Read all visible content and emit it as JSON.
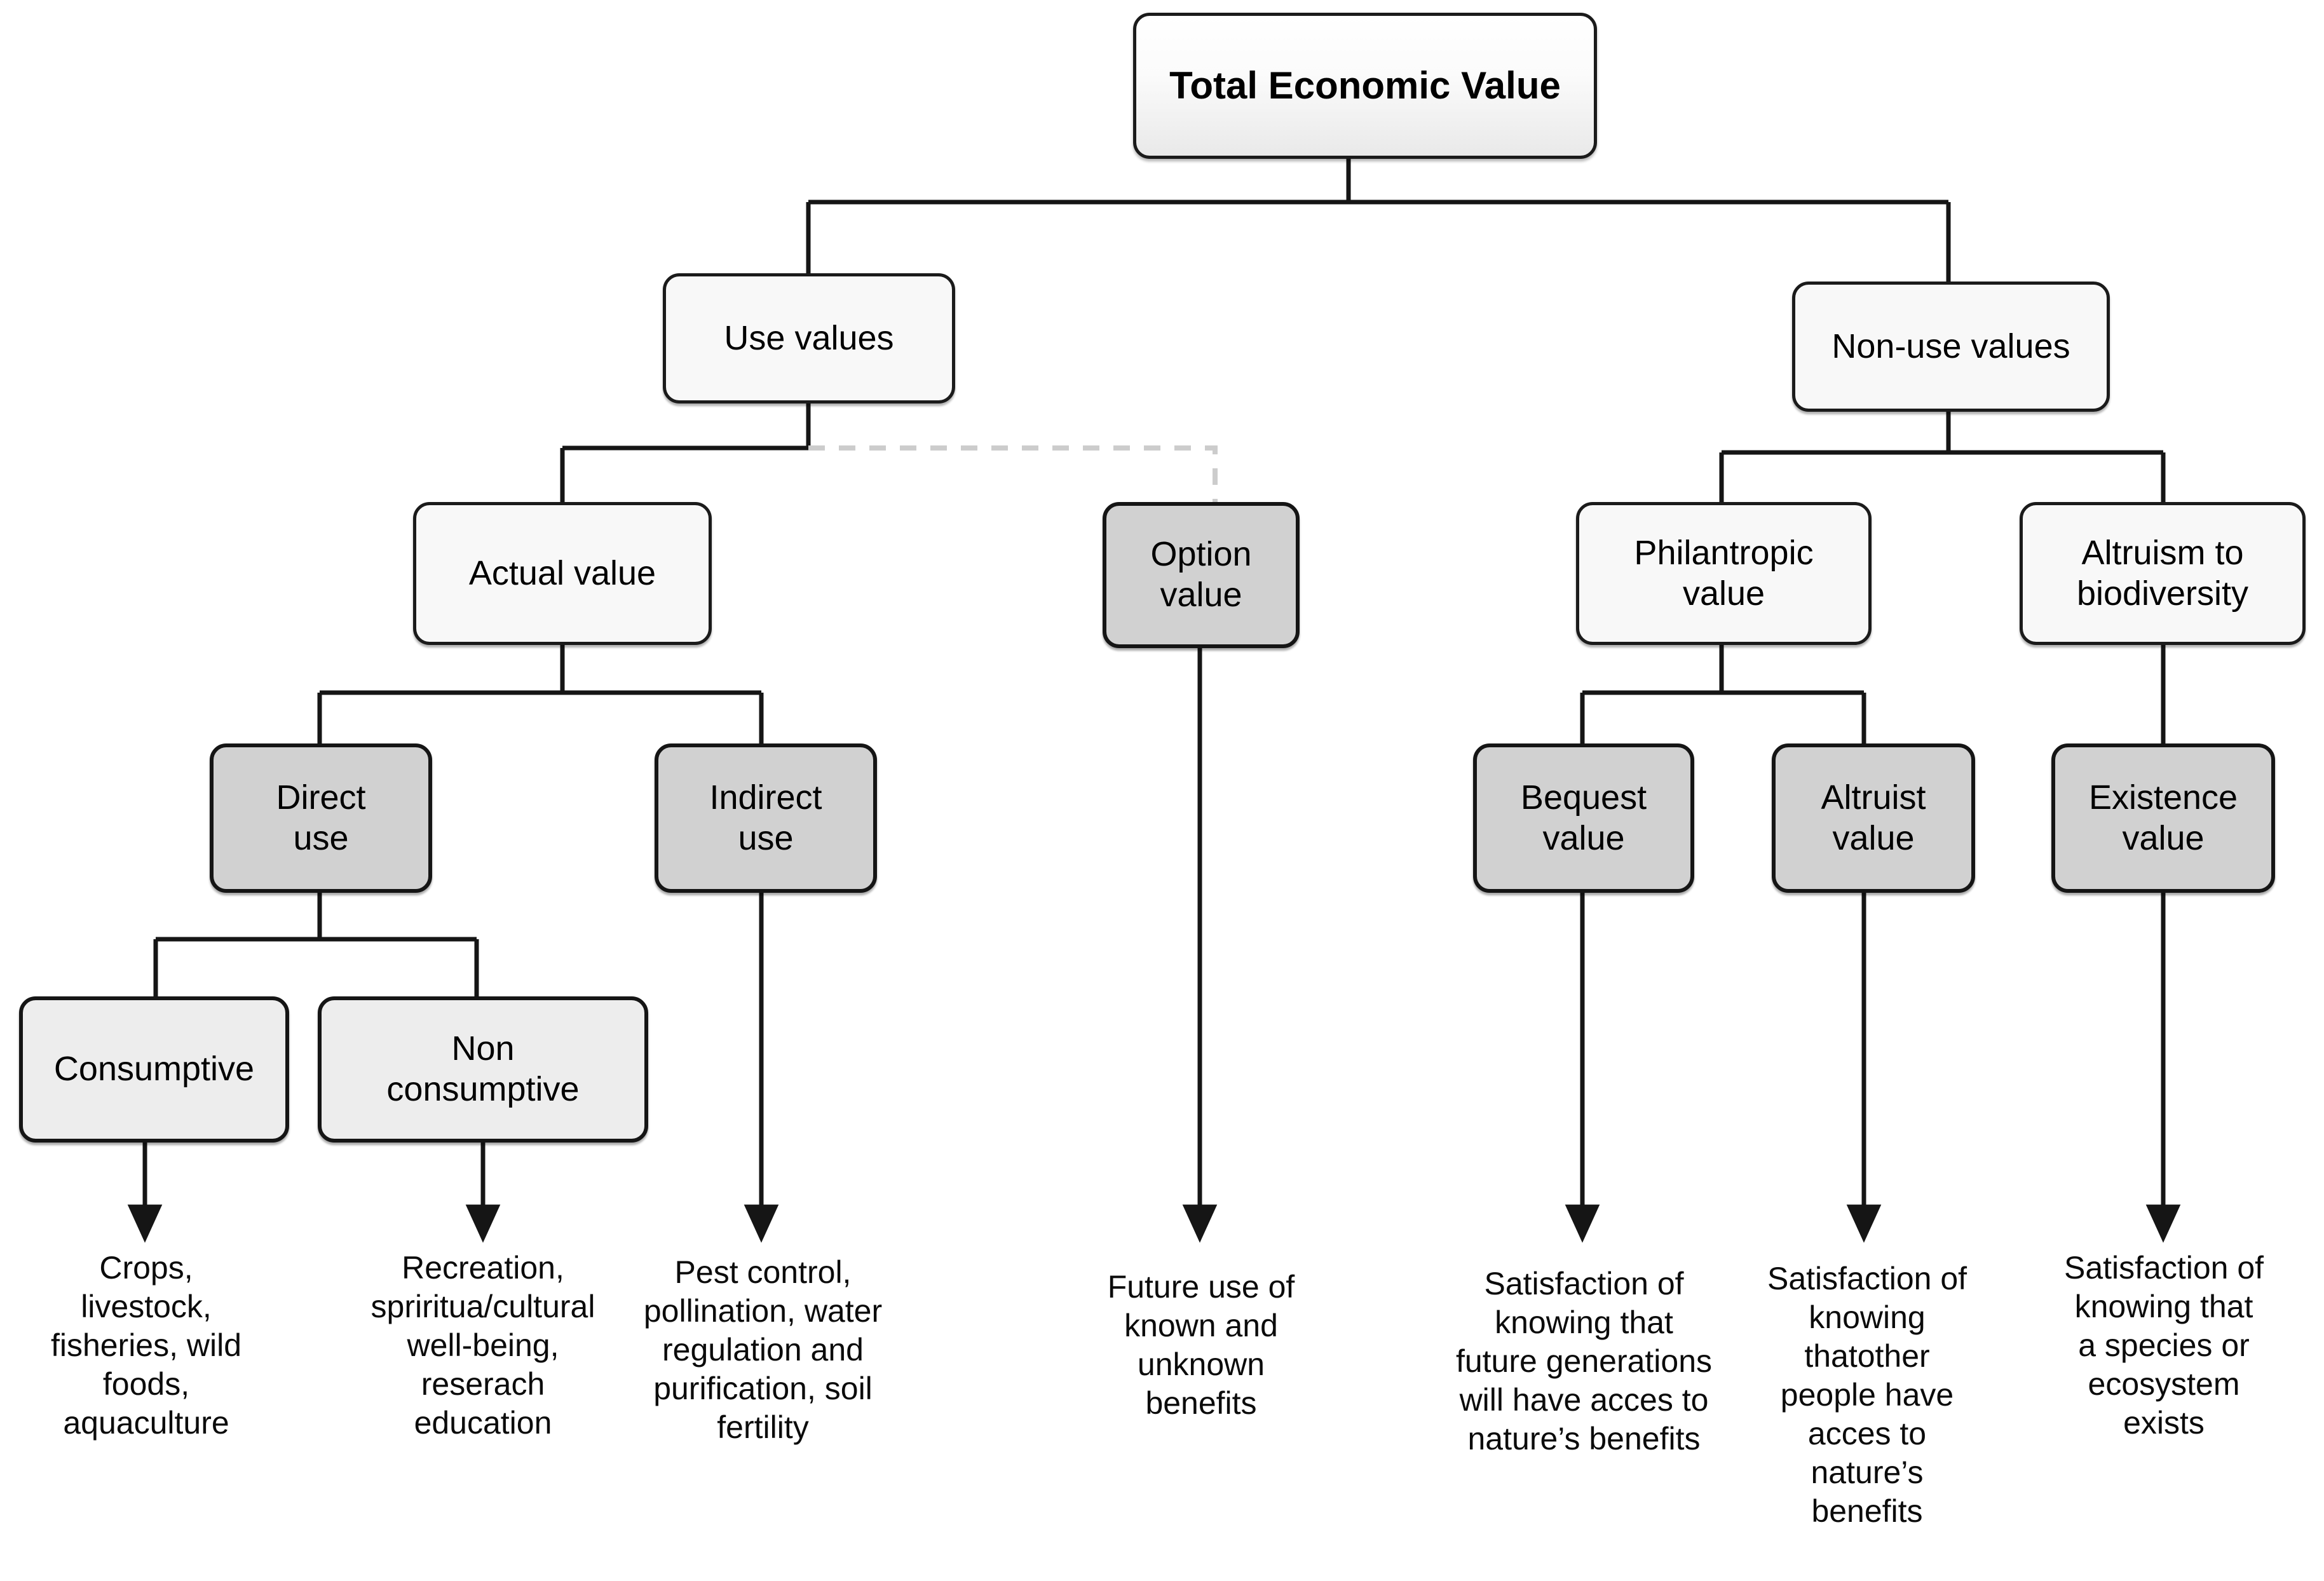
{
  "diagram": {
    "title": "Total Economic Value",
    "type": "hierarchy-tree",
    "background_color": "#ffffff",
    "edge_color": "#151515",
    "dashed_edge_color": "#cccccc",
    "palette": {
      "root_fill_top": "#ffffff",
      "root_fill_bottom": "#e9e9e9",
      "plain_fill": "#f8f8f8",
      "gray_fill": "#d1d1d1",
      "light_gray_fill": "#ededed",
      "border": "#151515",
      "text": "#000000"
    }
  },
  "nodes": {
    "root": {
      "label": "Total Economic Value",
      "style": "root"
    },
    "use_values": {
      "label": "Use values",
      "style": "plain"
    },
    "non_use_values": {
      "label": "Non-use values",
      "style": "plain"
    },
    "actual_value": {
      "label": "Actual value",
      "style": "plain"
    },
    "option_value": {
      "label": "Option\nvalue",
      "style": "gray"
    },
    "philantropic_value": {
      "label": "Philantropic\nvalue",
      "style": "plain"
    },
    "altruism_to_biodiversity": {
      "label": "Altruism to\nbiodiversity",
      "style": "plain"
    },
    "direct_use": {
      "label": "Direct\nuse",
      "style": "gray"
    },
    "indirect_use": {
      "label": "Indirect\nuse",
      "style": "gray"
    },
    "bequest_value": {
      "label": "Bequest\nvalue",
      "style": "gray"
    },
    "altruist_value": {
      "label": "Altruist\nvalue",
      "style": "gray"
    },
    "existence_value": {
      "label": "Existence\nvalue",
      "style": "gray"
    },
    "consumptive": {
      "label": "Consumptive",
      "style": "lightgray"
    },
    "non_consumptive": {
      "label": "Non\nconsumptive",
      "style": "lightgray"
    }
  },
  "leaves": {
    "consumptive_examples": "Crops,\nlivestock,\nfisheries, wild\nfoods,\naquaculture",
    "non_consumptive_examples": "Recreation,\nspriritua/cultural\nwell-being,\nreserach\neducation",
    "indirect_use_examples": "Pest control,\npollination, water\nregulation and\npurification, soil\nfertility",
    "option_value_examples": "Future use of\nknown and\nunknown\nbenefits",
    "bequest_value_examples": "Satisfaction of\nknowing that\nfuture generations\nwill have acces to\nnature’s benefits",
    "altruist_value_examples": "Satisfaction of\nknowing\nthatother\npeople have\nacces to\nnature’s\nbenefits",
    "existence_value_examples": "Satisfaction of\nknowing that\na species or\necosystem\nexists"
  }
}
